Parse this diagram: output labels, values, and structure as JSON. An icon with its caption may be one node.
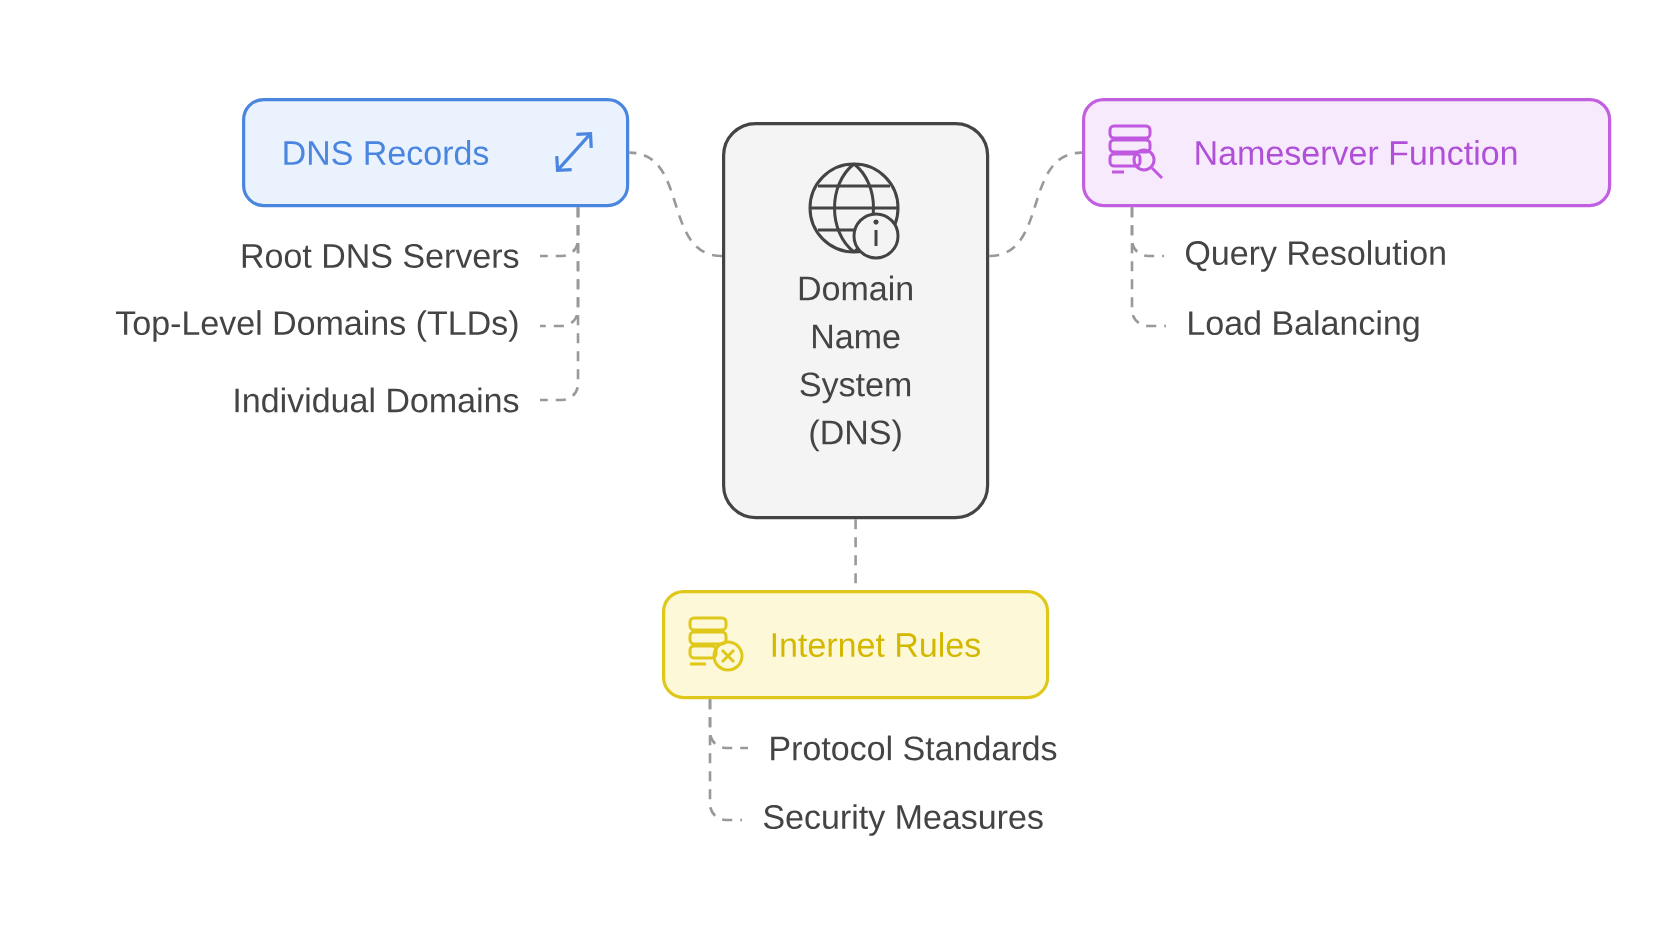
{
  "diagram": {
    "nodes": [
      {
        "text": [
          "Domain Name System (DNS)"
        ]
      },
      {
        "text": [
          "DNS Records"
        ]
      },
      {
        "text": [
          "Root DNS Servers"
        ]
      },
      {
        "text": [
          "Top-Level Domains (TLDs)"
        ]
      },
      {
        "text": [
          "Individual Domains"
        ]
      },
      {
        "text": [
          "Nameserver Function"
        ]
      },
      {
        "text": [
          "Query Resolution"
        ]
      },
      {
        "text": [
          "Load Balancing"
        ]
      },
      {
        "text": [
          "Internet Rules"
        ]
      },
      {
        "text": [
          "Protocol Standards"
        ]
      },
      {
        "text": [
          "Security Measures"
        ]
      }
    ],
    "edges": [
      {
        "from": 0,
        "to": 1,
        "arrow": "none",
        "style": "dashed"
      },
      {
        "from": 1,
        "to": 2,
        "arrow": "none",
        "style": "dashed"
      },
      {
        "from": 1,
        "to": 3,
        "arrow": "none",
        "style": "dashed"
      },
      {
        "from": 1,
        "to": 4,
        "arrow": "none",
        "style": "dashed"
      },
      {
        "from": 0,
        "to": 5,
        "arrow": "none",
        "style": "dashed"
      },
      {
        "from": 5,
        "to": 6,
        "arrow": "none",
        "style": "dashed"
      },
      {
        "from": 5,
        "to": 7,
        "arrow": "none",
        "style": "dashed"
      },
      {
        "from": 0,
        "to": 8,
        "arrow": "none",
        "style": "dashed"
      },
      {
        "from": 8,
        "to": 9,
        "arrow": "none",
        "style": "dashed"
      },
      {
        "from": 8,
        "to": 10,
        "arrow": "none",
        "style": "dashed"
      }
    ]
  }
}
